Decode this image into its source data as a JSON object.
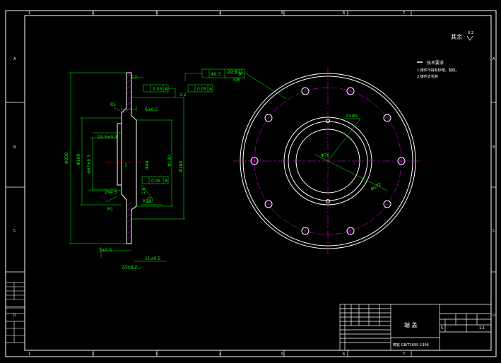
{
  "drawing": {
    "grid_top": [
      "1",
      "2",
      "3",
      "4",
      "5",
      "6",
      "7"
    ],
    "grid_side": [
      "A",
      "B",
      "C",
      "D"
    ],
    "surface_finish": "其余",
    "surface_finish_value": "0.3",
    "tech_req_title": "技术要求",
    "tech_req_1": "1.铸件不得有砂眼，裂纹。",
    "tech_req_2": "2.铸件去毛刺",
    "title_block": {
      "part_name": "端 盖",
      "standard": "铸铁 GB/T1699-1996",
      "scale": "1:1",
      "sheet": "5"
    }
  },
  "dims": {
    "d200": "Φ200",
    "d100": "Φ100",
    "d67": "Φ67±0.3",
    "d48": "Φ48",
    "d130": "Φ130",
    "d180": "Φ180",
    "d70": "Φ70",
    "r5": "R5",
    "r1a": "R1",
    "r1b": "R1",
    "d3": "3",
    "c2": "C2",
    "dim_6": "6±0.5",
    "dim_15": "15.5±0.3",
    "dim_2x4": "2X4.5",
    "dim_7": "7±0.5",
    "dim_23": "23±0.2",
    "dim_11": "11±0.5",
    "tol1": "0.05",
    "tol2": "0.05",
    "tol3": "0.05",
    "tol_pos": "Φ0.3",
    "holes": "10-Φ11",
    "holes_sub": "均布",
    "c_hole": "2×Φ5",
    "pcd": "Φ172",
    "datum": "A",
    "datum_b": "B",
    "flat": "3.2",
    "flat2": "1.6"
  },
  "colors": {
    "background": "#000000",
    "lines": "#ffffff",
    "dimension": "#00ff00",
    "center": "#ff00ff",
    "annotation": "#ff0000",
    "hatch": "#ff00ff"
  }
}
